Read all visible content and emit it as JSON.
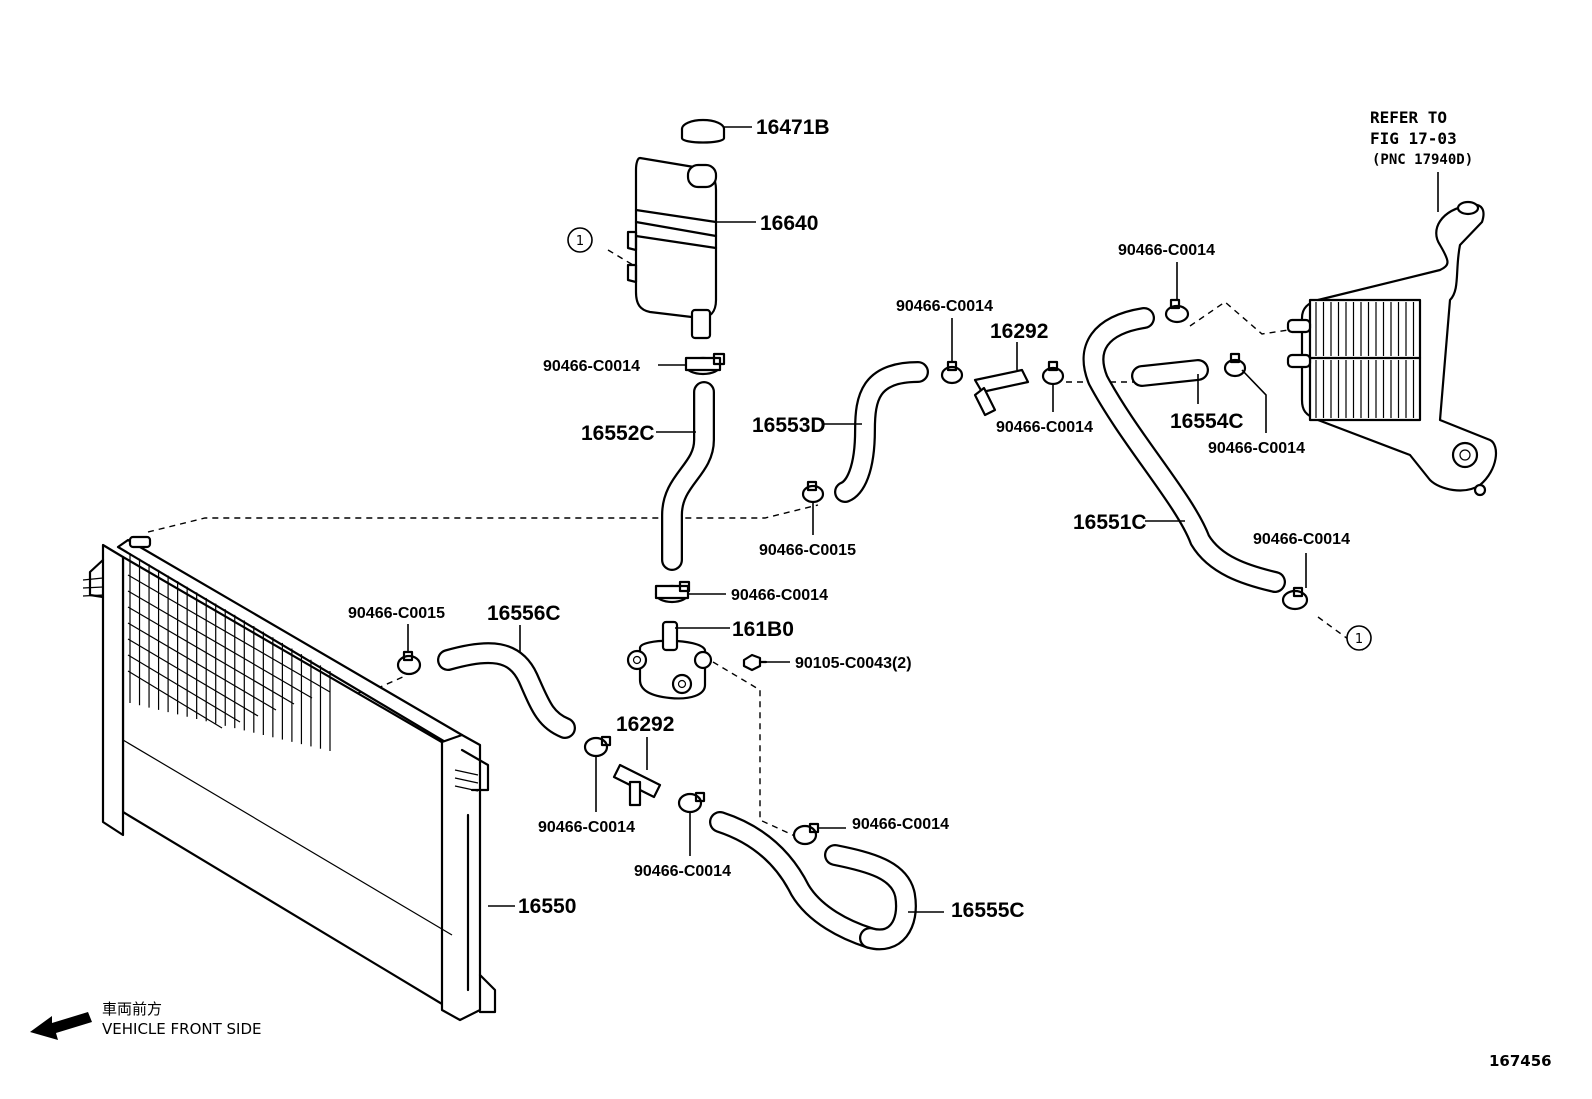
{
  "labels": {
    "cap": "16471B",
    "reservoir": "16640",
    "hose_16552c": "16552C",
    "hose_16553d": "16553D",
    "joint_upper": "16292",
    "hose_16554c": "16554C",
    "hose_16551c": "16551C",
    "hose_16556c": "16556C",
    "pump": "161B0",
    "bolt": "90105-C0043(2)",
    "joint_lower": "16292",
    "radiator": "16550",
    "hose_16555c": "16555C"
  },
  "clamps": {
    "c_reservoir": "90466-C0014",
    "c_16553d_upper": "90466-C0014",
    "c_16292_right": "90466-C0014",
    "c_top_right": "90466-C0014",
    "c_intercooler": "90466-C0014",
    "c_16553d_lower": "90466-C0015",
    "c_pump_top": "90466-C0014",
    "c_16551c_end": "90466-C0014",
    "c_radiator_left": "90466-C0015",
    "c_joint_left": "90466-C0014",
    "c_joint_right": "90466-C0014",
    "c_16555c": "90466-C0014"
  },
  "reference": {
    "line1": "REFER TO",
    "line2": "FIG 17-03",
    "line3": "(PNC 17940D)"
  },
  "markers": {
    "circle_1_left": "1",
    "circle_1_right": "1"
  },
  "direction": {
    "jp": "車両前方",
    "en": "VEHICLE FRONT SIDE"
  },
  "figure_number": "167456"
}
